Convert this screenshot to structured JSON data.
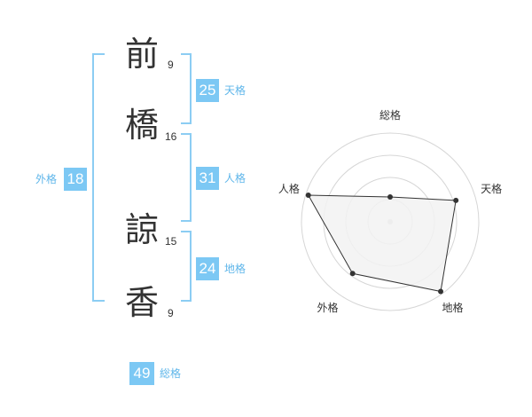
{
  "name_chars": [
    {
      "char": "前",
      "strokes": "9"
    },
    {
      "char": "橋",
      "strokes": "16"
    },
    {
      "char": "諒",
      "strokes": "15"
    },
    {
      "char": "香",
      "strokes": "9"
    }
  ],
  "fortunes": {
    "tenkaku": {
      "value": "25",
      "label": "天格"
    },
    "jinkaku": {
      "value": "31",
      "label": "人格"
    },
    "chikaku": {
      "value": "24",
      "label": "地格"
    },
    "gaikaku": {
      "value": "18",
      "label": "外格"
    },
    "soukaku": {
      "value": "49",
      "label": "総格"
    }
  },
  "radar": {
    "axes": [
      "総格",
      "天格",
      "地格",
      "外格",
      "人格"
    ],
    "levels": 4,
    "values": [
      0.28,
      0.78,
      0.97,
      0.72,
      0.97
    ],
    "colors": {
      "fill": "#f2f2f2",
      "stroke": "#333333",
      "grid": "#d6d6d6",
      "point": "#333333"
    }
  }
}
